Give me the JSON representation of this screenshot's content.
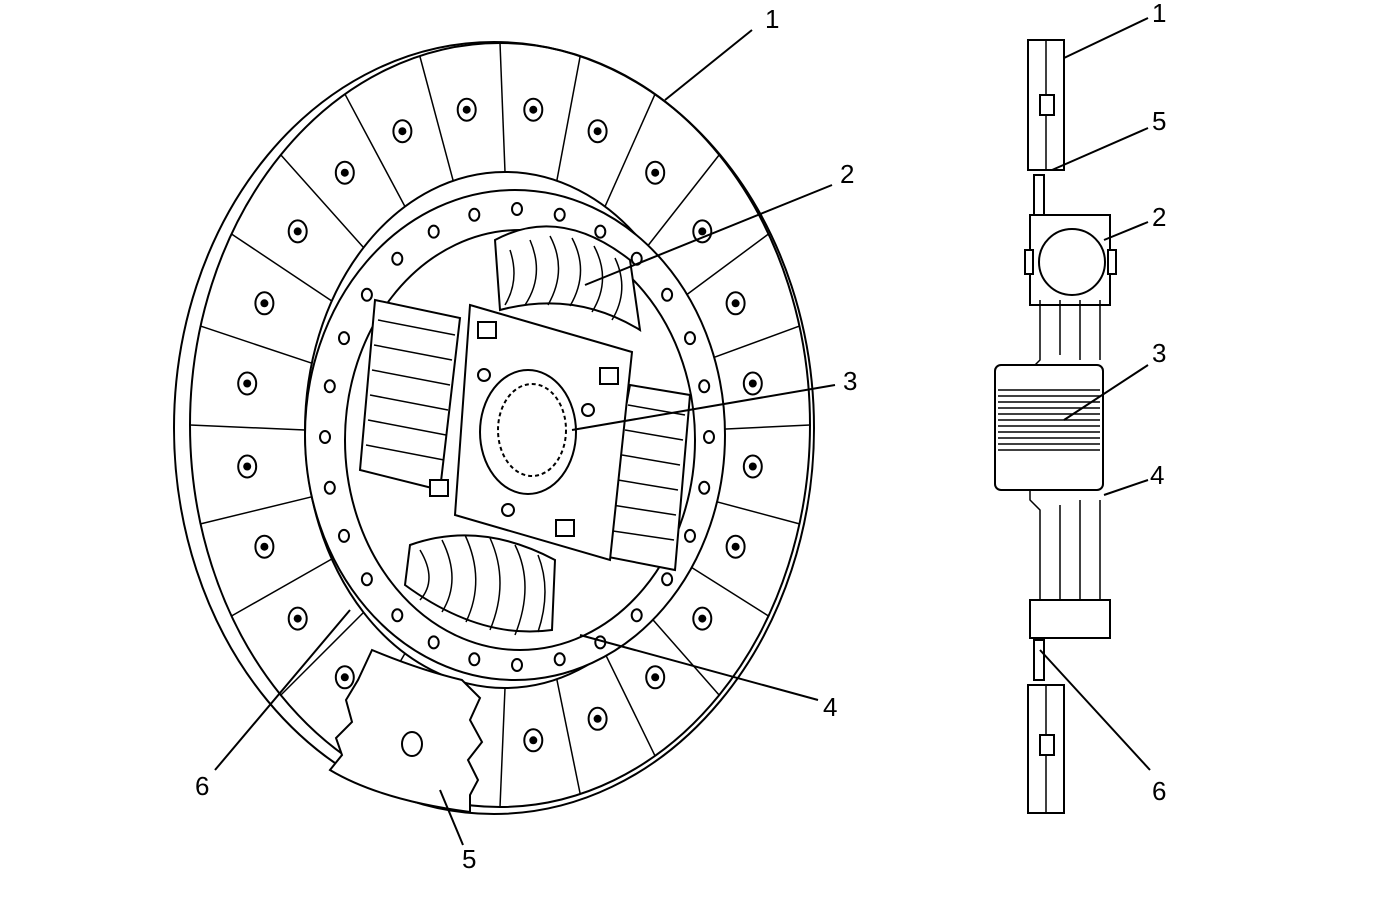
{
  "disc_view": {
    "callouts": [
      "1",
      "2",
      "3",
      "4",
      "5",
      "6"
    ]
  },
  "section_view": {
    "callouts": [
      "1",
      "5",
      "2",
      "3",
      "4",
      "6"
    ]
  }
}
